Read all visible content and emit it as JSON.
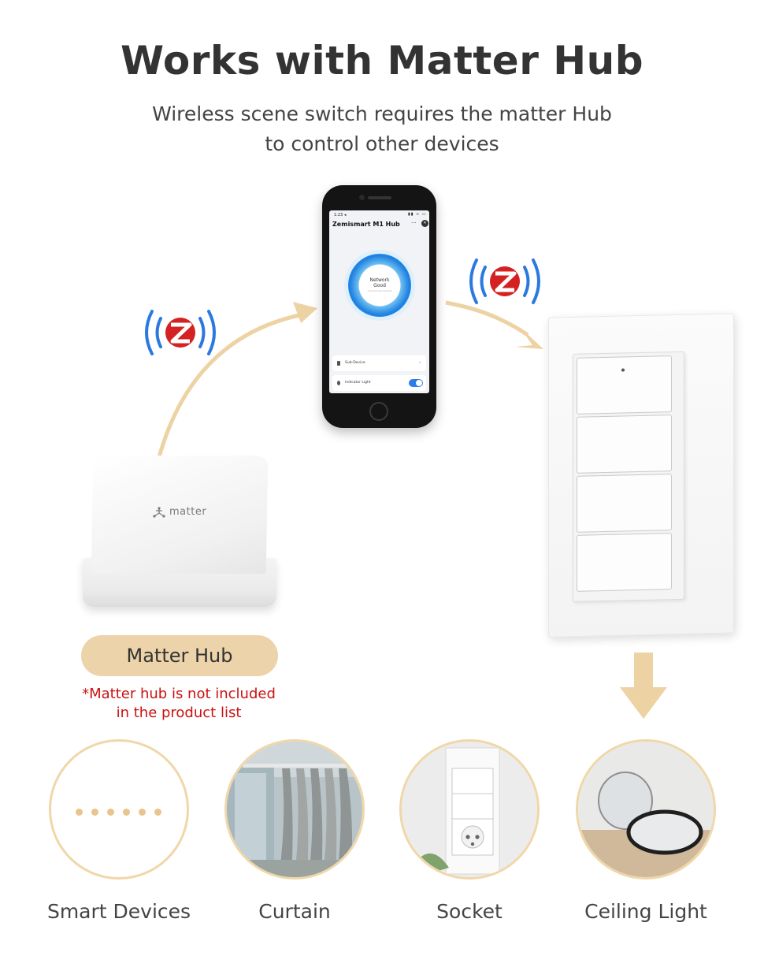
{
  "title": "Works with Matter Hub",
  "subtitle_lines": [
    "Wireless scene switch requires the matter Hub",
    "to control other devices"
  ],
  "zigbee_icon": "zigbee-icon",
  "phone": {
    "status_time": "1:23 ◂",
    "app_title": "Zemismart M1 Hub",
    "menu_glyph": "···",
    "close_glyph": "✕",
    "network_line1": "Network",
    "network_line2": "Good",
    "network_sub": "4 online sub-devices",
    "rows": [
      {
        "label": "Sub-Device",
        "trail": "›"
      },
      {
        "label": "Indicator Light",
        "toggle": true
      }
    ]
  },
  "hub": {
    "logo_text": "matter",
    "pill_label": "Matter Hub",
    "note_lines": [
      "*Matter hub is not included",
      "in the product list"
    ]
  },
  "devices": [
    {
      "label": "Smart Devices"
    },
    {
      "label": "Curtain"
    },
    {
      "label": "Socket"
    },
    {
      "label": "Ceiling Light"
    }
  ],
  "colors": {
    "accent_beige": "#ecd3aa",
    "arrow_beige": "#edd2a3",
    "note_red": "#cc1111",
    "zigbee_red": "#d42121",
    "signal_blue": "#2b79e0"
  }
}
